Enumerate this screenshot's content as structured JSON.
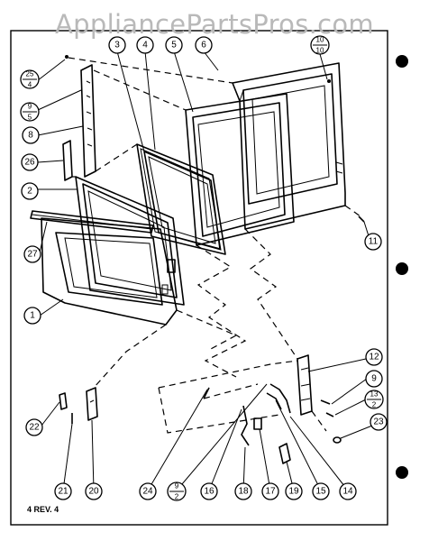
{
  "watermark": "AppliancePartsPros.com",
  "revision": "4 REV. 4",
  "callouts": [
    {
      "id": "c1",
      "label": "1"
    },
    {
      "id": "c2",
      "label": "2"
    },
    {
      "id": "c3",
      "label": "3"
    },
    {
      "id": "c4",
      "label": "4"
    },
    {
      "id": "c5",
      "label": "5"
    },
    {
      "id": "c6",
      "label": "6"
    },
    {
      "id": "c8",
      "label": "8"
    },
    {
      "id": "c9",
      "label": "9"
    },
    {
      "id": "c11",
      "label": "11"
    },
    {
      "id": "c12",
      "label": "12"
    },
    {
      "id": "c14",
      "label": "14"
    },
    {
      "id": "c15",
      "label": "15"
    },
    {
      "id": "c16",
      "label": "16"
    },
    {
      "id": "c17",
      "label": "17"
    },
    {
      "id": "c18",
      "label": "18"
    },
    {
      "id": "c19",
      "label": "19"
    },
    {
      "id": "c20",
      "label": "20"
    },
    {
      "id": "c21",
      "label": "21"
    },
    {
      "id": "c22",
      "label": "22"
    },
    {
      "id": "c23",
      "label": "23"
    },
    {
      "id": "c24",
      "label": "24"
    },
    {
      "id": "c26",
      "label": "26"
    },
    {
      "id": "c27",
      "label": "27"
    }
  ],
  "fractions": [
    {
      "id": "f25_4",
      "num": "25",
      "den": "4"
    },
    {
      "id": "f9_5",
      "num": "9",
      "den": "5"
    },
    {
      "id": "f10_10",
      "num": "10",
      "den": "10"
    },
    {
      "id": "f13_2",
      "num": "13",
      "den": "2"
    },
    {
      "id": "f9_2",
      "num": "9",
      "den": "2"
    }
  ]
}
